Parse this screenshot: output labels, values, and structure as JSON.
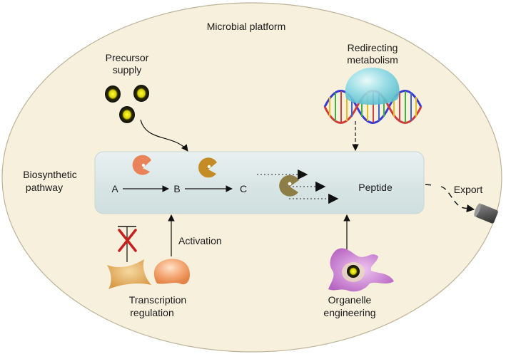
{
  "title": "Microbial  platform",
  "labels": {
    "precursor_line1": "Precursor",
    "precursor_line2": "supply",
    "redirecting_line1": "Redirecting",
    "redirecting_line2": "metabolism",
    "pathway_line1": "Biosynthetic",
    "pathway_line2": "pathway",
    "activation": "Activation",
    "transcription_line1": "Transcription",
    "transcription_line2": "regulation",
    "organelle_line1": "Organelle",
    "organelle_line2": "engineering",
    "export": "Export"
  },
  "pathway_nodes": {
    "a": "A",
    "b": "B",
    "c": "C",
    "product": "Peptide"
  },
  "colors": {
    "cell_fill": "#f6f0dc",
    "cell_stroke": "#bdb39a",
    "pathway_band": "#dfe9e9",
    "enzyme_1": "#e8835a",
    "enzyme_2": "#c58b24",
    "enzyme_3": "#8e7d45",
    "precursor_fill": "#e8e000",
    "inhibitor_cross": "#c8201e",
    "repressor_fill": "#e8b86a",
    "activator_fill": "#f3a46f",
    "organelle_fill": "#c77bd2",
    "drop_fill": "#9fe2ec"
  },
  "icons": [
    "precursor-molecule-icon",
    "dna-helix-icon",
    "enzyme-icon",
    "repressor-icon",
    "activator-icon",
    "organelle-icon",
    "export-pump-icon",
    "inhibit-cross-icon"
  ]
}
